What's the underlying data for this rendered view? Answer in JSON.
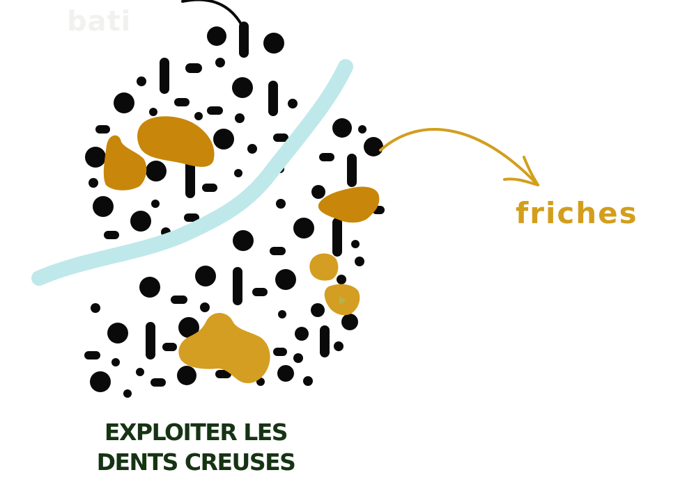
{
  "top_label": "bati",
  "callout_label": "friches",
  "caption": {
    "line1": "EXPLOITER LES",
    "line2": "DENTS CREUSES"
  },
  "colors": {
    "building": "#0a0a0a",
    "river": "#bfe8ea",
    "friche_dark": "#c8870a",
    "friche_light": "#d49e22",
    "small_dot": "#b8b24a",
    "arrow": "#d29e1c",
    "caption": "#163414",
    "ghost_label": "#f1f1ef"
  }
}
